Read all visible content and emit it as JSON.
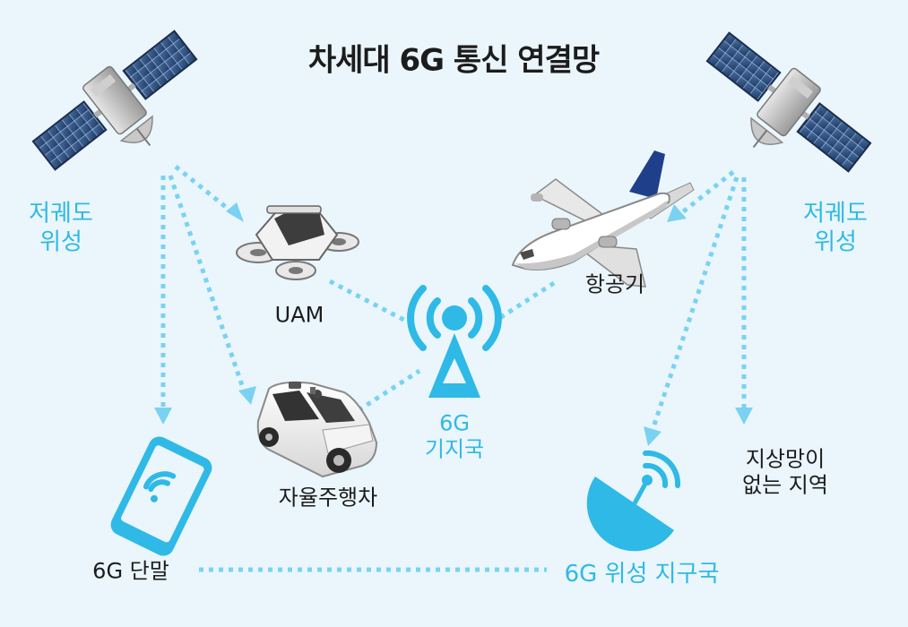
{
  "title": "차세대 6G 통신 연결망",
  "labels": {
    "leo_left": "저궤도\n위성",
    "leo_right": "저궤도\n위성",
    "uam": "UAM",
    "airplane": "항공기",
    "base_station": "6G\n기지국",
    "autonomous_car": "자율주행차",
    "terminal": "6G 단말",
    "satellite_ground_station": "6G 위성 지구국",
    "no_terrestrial_area": "지상망이\n없는 지역"
  },
  "colors": {
    "accent": "#2fb9e6",
    "link": "#79d2f2",
    "background": "#eaf6fc",
    "text": "#1c1c1c"
  },
  "icons": [
    "satellite-icon",
    "uam-icon",
    "airplane-icon",
    "base-station-icon",
    "car-icon",
    "smartphone-icon",
    "satellite-dish-icon"
  ]
}
